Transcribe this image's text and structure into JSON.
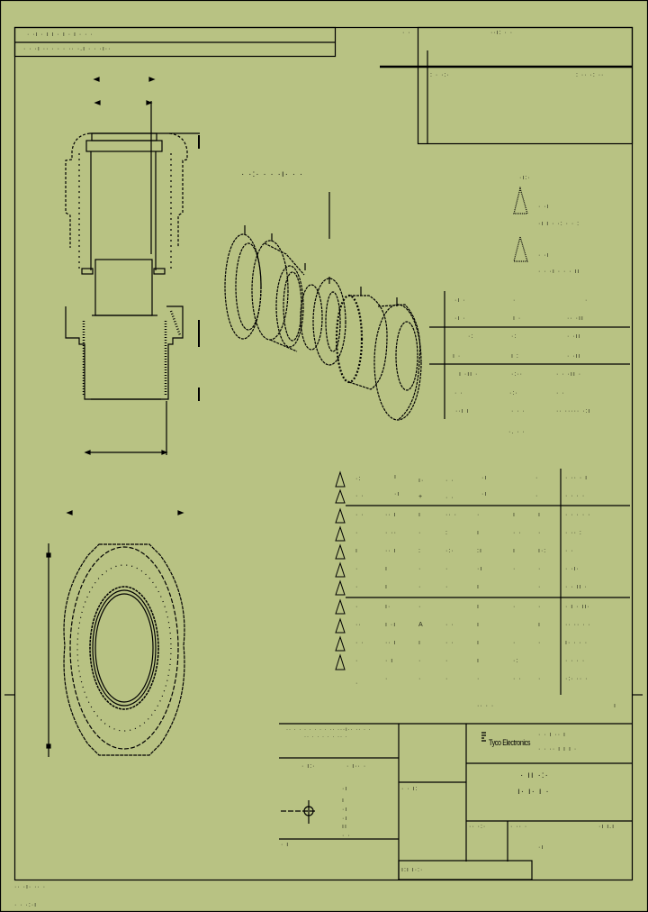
{
  "document": {
    "type": "engineering-drawing",
    "background_color": "#b8c283",
    "line_color": "#000000"
  },
  "header_block": {
    "row1": "· ·ı ·     ı ı          · ı ·  ı · ·       ·",
    "row2": "· · ·ı ··  ·       · ·    ·· ·.ı   · · ·ı··"
  },
  "revision_block": {
    "title": "··ı: · ·",
    "left_mark": "· ·",
    "row_text_left": ":  ·  ·:·",
    "row_text_right": ":  ·· ·: ··"
  },
  "exploded_view": {
    "label": "· ·:· · ·   ·ı· ·   ·"
  },
  "notes": {
    "heading": "·ı:·",
    "items": [
      {
        "marker": "triangle-note-1",
        "line1": "· ·ı",
        "line2": "·ı  ı  ·  ·:  · · :"
      },
      {
        "marker": "triangle-note-2",
        "line1": "· ·ı",
        "line2": "·  · ·ı  · · · ıı"
      }
    ]
  },
  "spec_table": {
    "rows": [
      [
        "·ı ·",
        "·",
        "·"
      ],
      [
        "·ı ·",
        "ı ·",
        "·· ·ıı"
      ],
      [
        "·:",
        "·:",
        "· ·ıı"
      ],
      [
        "ı ·",
        "ı :",
        "· ·ıı"
      ],
      [
        "ı ·ıı  ·",
        "·:··",
        "· · ·ıı ·"
      ],
      [
        "· ·",
        "·:·",
        "· ·"
      ],
      [
        "··ı  ı",
        "·  · ·",
        "·· ····· ·:ı"
      ]
    ],
    "footer": "·. ·  ·"
  },
  "parts_table": {
    "header_rows": [
      [
        "·:",
        "ı",
        "ı·",
        "· ·",
        "·ı",
        "·",
        "· ··  · ı"
      ],
      [
        "·  ·",
        "·ı",
        "+",
        "· ·",
        "·ı",
        "·",
        "· · · ·"
      ]
    ],
    "rows": [
      [
        "· ·",
        "·· ı",
        "ı",
        "·· ·",
        "·",
        "ı",
        "ı",
        "· ·  ·  · ·"
      ],
      [
        "·",
        "· ··",
        "·",
        ":",
        "ı",
        "·  ·",
        "·",
        "· ··  :"
      ],
      [
        "ı",
        "·· ı",
        ":",
        "·:·",
        ":ı",
        "ı",
        "ı·:",
        "·  ·"
      ],
      [
        "·",
        "ı",
        "·",
        "·",
        "·ı",
        "·",
        "·",
        "·   ·ı·"
      ],
      [
        "·",
        "ı",
        "·",
        "·",
        "ı",
        "",
        "·",
        "·  ·  ıı ·"
      ],
      [
        "·",
        "ı·",
        "·",
        "",
        "ı",
        "·",
        "·",
        "· ı ·  ıı·"
      ],
      [
        "··",
        "ı ·ı",
        "A",
        "· ·",
        "ı",
        "",
        "ı",
        "·· ··  · ·"
      ],
      [
        "· ·",
        "·· ı",
        "ı",
        "· ·",
        "ı",
        "·",
        "·",
        "ı· ·  · ·"
      ],
      [
        "·",
        "· ı",
        "·",
        "·",
        "ı",
        "·:",
        "",
        "·  ·   · ·"
      ],
      [
        "",
        "·",
        "·",
        "·",
        "·",
        "· ·",
        "·",
        "·:·  ·· ·"
      ]
    ],
    "footer_left": "·",
    "footer_mid": "·· · ·",
    "footer_right": "ı"
  },
  "title_block": {
    "disclaimer_line1": "·· · ·  · · · · · ·· ···ı·· ·· ·  ·",
    "disclaimer_line2": "·· · · · · · ·· ·",
    "company": "Tyco Electronics",
    "company_line1": "·  ·  ı  ·· ı",
    "company_line2": "·  ·  ·· ı  ı ı ·",
    "title_line1": "·  ıı  ·:·",
    "title_line2": "ı·  ı·  ı     ·",
    "tolerances_heading": "· ı:·",
    "tolerances_sub": "· ı·· ·",
    "tol_values": [
      "·ı",
      "ı",
      "·ı",
      "·ı",
      "ıı",
      "· ·"
    ],
    "projection_label": "·  ı",
    "drawn_label": "· · ı:",
    "dwg_no_label": "·· ·:·",
    "dwg_no": "ı:ı  ı·:·",
    "rev_label": "·ı ı.ı",
    "scale_label": "·ı",
    "sheet_label": "· ··  ·"
  },
  "footer_notes": {
    "line1": "·· ·ı·  ··  ·",
    "line2": "·  ·  ·:·ı"
  }
}
